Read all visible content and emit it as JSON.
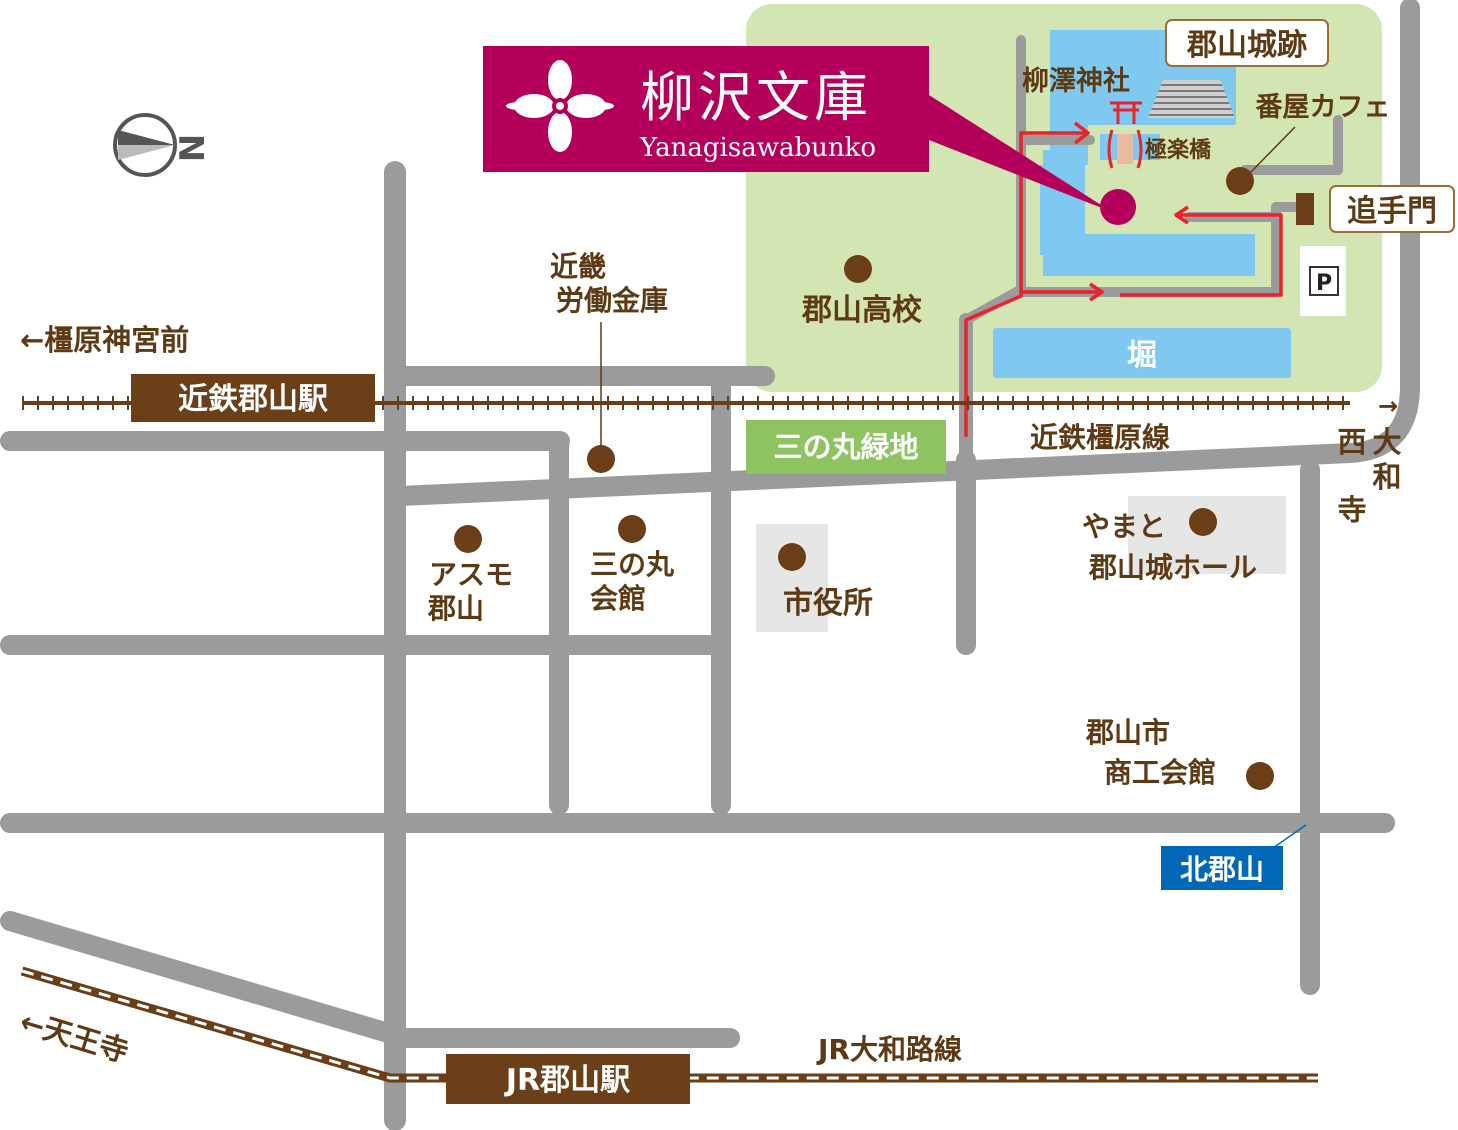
{
  "colors": {
    "road": "#9b9b9b",
    "park": "#d3e5b3",
    "water": "#7fc9f1",
    "rail": "#6b3e17",
    "label": "#5e3a14",
    "brand": "#b4005a",
    "route": "#e8232a",
    "station_box": "#6b3f17",
    "green_box": "#8dc461",
    "blue_box": "#0068b7",
    "building": "#e6e6e6"
  },
  "compass": {
    "letter": "N"
  },
  "title_box": {
    "name": "柳沢文庫",
    "romaji": "Yanagisawabunko",
    "icon": "flower-crest-icon"
  },
  "stations": {
    "kintetsu": "近鉄郡山駅",
    "jr": "JR郡山駅",
    "kita": "北郡山"
  },
  "directions": {
    "kashihara_jingu": "←橿原神宮前",
    "tennoji": "←天王寺",
    "nishi_arrow": "→",
    "nishi_1": "西",
    "nishi_2": "大",
    "nishi_3": "和",
    "nishi_4": "寺"
  },
  "lines": {
    "kintetsu_kashihara": "近鉄橿原線",
    "jr_yamatoji": "JR大和路線"
  },
  "castle": {
    "site": "郡山城跡",
    "shrine": "柳澤神社",
    "bridge": "極楽橋",
    "cafe": "番屋カフェ",
    "gate": "追手門",
    "moat": "堀",
    "parking": "P"
  },
  "places": {
    "koriyama_high": "郡山高校",
    "kinki_1": "近畿",
    "kinki_2": "労働金庫",
    "sannomaru_green": "三の丸緑地",
    "asumo_1": "アスモ",
    "asumo_2": "郡山",
    "sannomaru_1": "三の丸",
    "sannomaru_2": "会館",
    "city_hall": "市役所",
    "yamato_1": "やまと",
    "yamato_2": "郡山城ホール",
    "shoko_1": "郡山市",
    "shoko_2": "商工会館"
  }
}
